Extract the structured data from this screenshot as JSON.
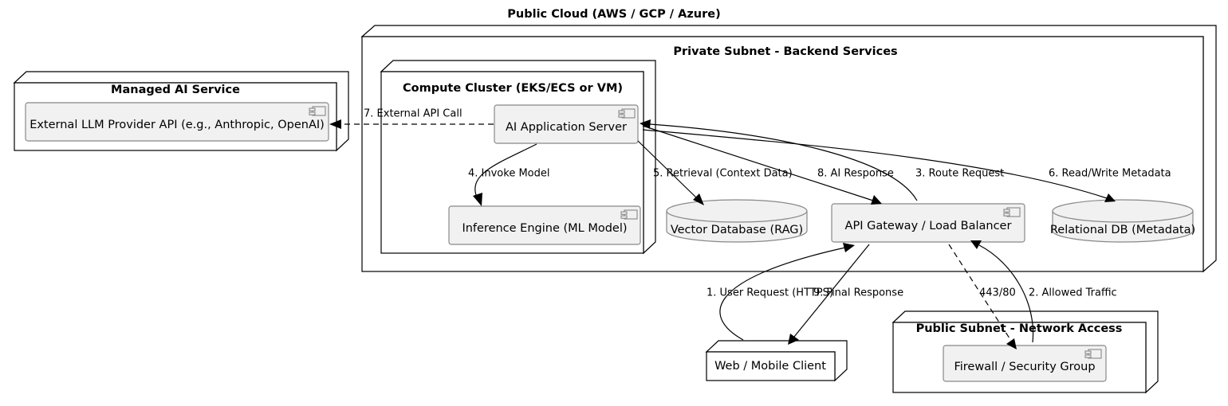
{
  "diagram": {
    "title": "Public Cloud (AWS / GCP / Azure)",
    "type": "uml-deployment-diagram"
  },
  "nodes": {
    "private_subnet": {
      "title": "Private Subnet - Backend Services"
    },
    "compute_cluster": {
      "title": "Compute Cluster (EKS/ECS or VM)"
    },
    "managed_ai_service": {
      "title": "Managed AI Service"
    },
    "public_subnet": {
      "title": "Public Subnet - Network Access"
    },
    "web_mobile_client": {
      "label": "Web / Mobile Client"
    }
  },
  "components": {
    "external_llm": {
      "label": "External LLM Provider API (e.g., Anthropic, OpenAI)",
      "icon": "uml-component-icon"
    },
    "ai_app_server": {
      "label": "AI Application Server",
      "icon": "uml-component-icon"
    },
    "inference_engine": {
      "label": "Inference Engine (ML Model)",
      "icon": "uml-component-icon"
    },
    "api_gateway": {
      "label": "API Gateway / Load Balancer",
      "icon": "uml-component-icon"
    },
    "firewall": {
      "label": "Firewall / Security Group",
      "icon": "uml-component-icon"
    }
  },
  "databases": {
    "vector_db": {
      "label": "Vector Database (RAG)",
      "shape": "cylinder"
    },
    "relational_db": {
      "label": "Relational DB (Metadata)",
      "shape": "cylinder"
    }
  },
  "edges": [
    {
      "id": "e1",
      "label": "1. User Request (HTTPS)",
      "from": "web_mobile_client",
      "to": "api_gateway",
      "style": "solid"
    },
    {
      "id": "e2",
      "label": "2. Allowed Traffic",
      "from": "firewall",
      "to": "api_gateway",
      "style": "solid"
    },
    {
      "id": "e3",
      "label": "3. Route Request",
      "from": "api_gateway",
      "to": "ai_app_server",
      "style": "solid"
    },
    {
      "id": "e4",
      "label": "4. Invoke Model",
      "from": "ai_app_server",
      "to": "inference_engine",
      "style": "solid"
    },
    {
      "id": "e5",
      "label": "5. Retrieval (Context Data)",
      "from": "ai_app_server",
      "to": "vector_db",
      "style": "solid"
    },
    {
      "id": "e6",
      "label": "6. Read/Write Metadata",
      "from": "ai_app_server",
      "to": "relational_db",
      "style": "solid"
    },
    {
      "id": "e7",
      "label": "7. External API Call",
      "from": "ai_app_server",
      "to": "external_llm",
      "style": "dashed"
    },
    {
      "id": "e8",
      "label": "8. AI Response",
      "from": "ai_app_server",
      "to": "api_gateway",
      "style": "solid"
    },
    {
      "id": "e9",
      "label": "9. Final Response",
      "from": "api_gateway",
      "to": "web_mobile_client",
      "style": "solid"
    },
    {
      "id": "e10",
      "label": "443/80",
      "from": "api_gateway",
      "to": "firewall",
      "style": "dashed"
    }
  ],
  "colors": {
    "background": "#ffffff",
    "node_fill": "#ffffff",
    "node_stroke": "#000000",
    "component_fill": "#f1f1f1",
    "component_stroke": "#888888",
    "edge_stroke": "#000000",
    "text": "#000000"
  }
}
